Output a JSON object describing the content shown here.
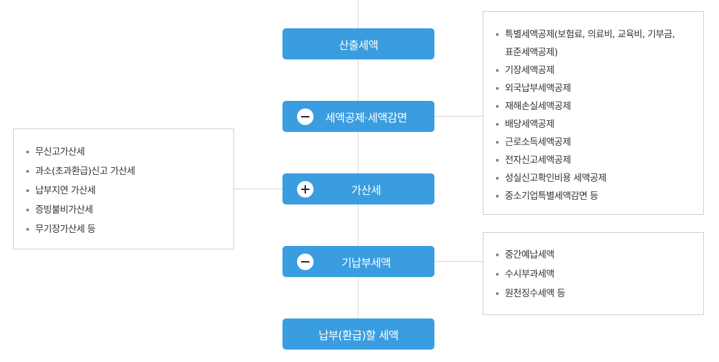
{
  "steps": {
    "s1": {
      "label": "산출세액"
    },
    "s2": {
      "label": "세액공제·세액감면",
      "operator": "minus"
    },
    "s3": {
      "label": "가산세",
      "operator": "plus"
    },
    "s4": {
      "label": "기납부세액",
      "operator": "minus"
    },
    "s5": {
      "label": "납부(환급)할 세액"
    }
  },
  "boxes": {
    "deductions": {
      "items": [
        "특별세액공제(보험료, 의료비, 교육비, 기부금,",
        "표준세액공제)",
        "기장세액공제",
        "외국납부세액공제",
        "재해손실세액공제",
        "배당세액공제",
        "근로소득세액공제",
        "전자신고세액공제",
        "성실신고확인비용 세액공제",
        "중소기업특별세액감면 등"
      ]
    },
    "penalties": {
      "items": [
        "무신고가산세",
        "과소(초과환급)신고 가산세",
        "납부지연 가산세",
        "증빙불비가산세",
        "무기장가산세 등"
      ]
    },
    "prepaid": {
      "items": [
        "중간예납세액",
        "수시부과세액",
        "원천징수세액 등"
      ]
    }
  },
  "colors": {
    "step_bg": "#3a9de0",
    "line": "#d6d6d6",
    "bullet": "#6b87a8"
  }
}
